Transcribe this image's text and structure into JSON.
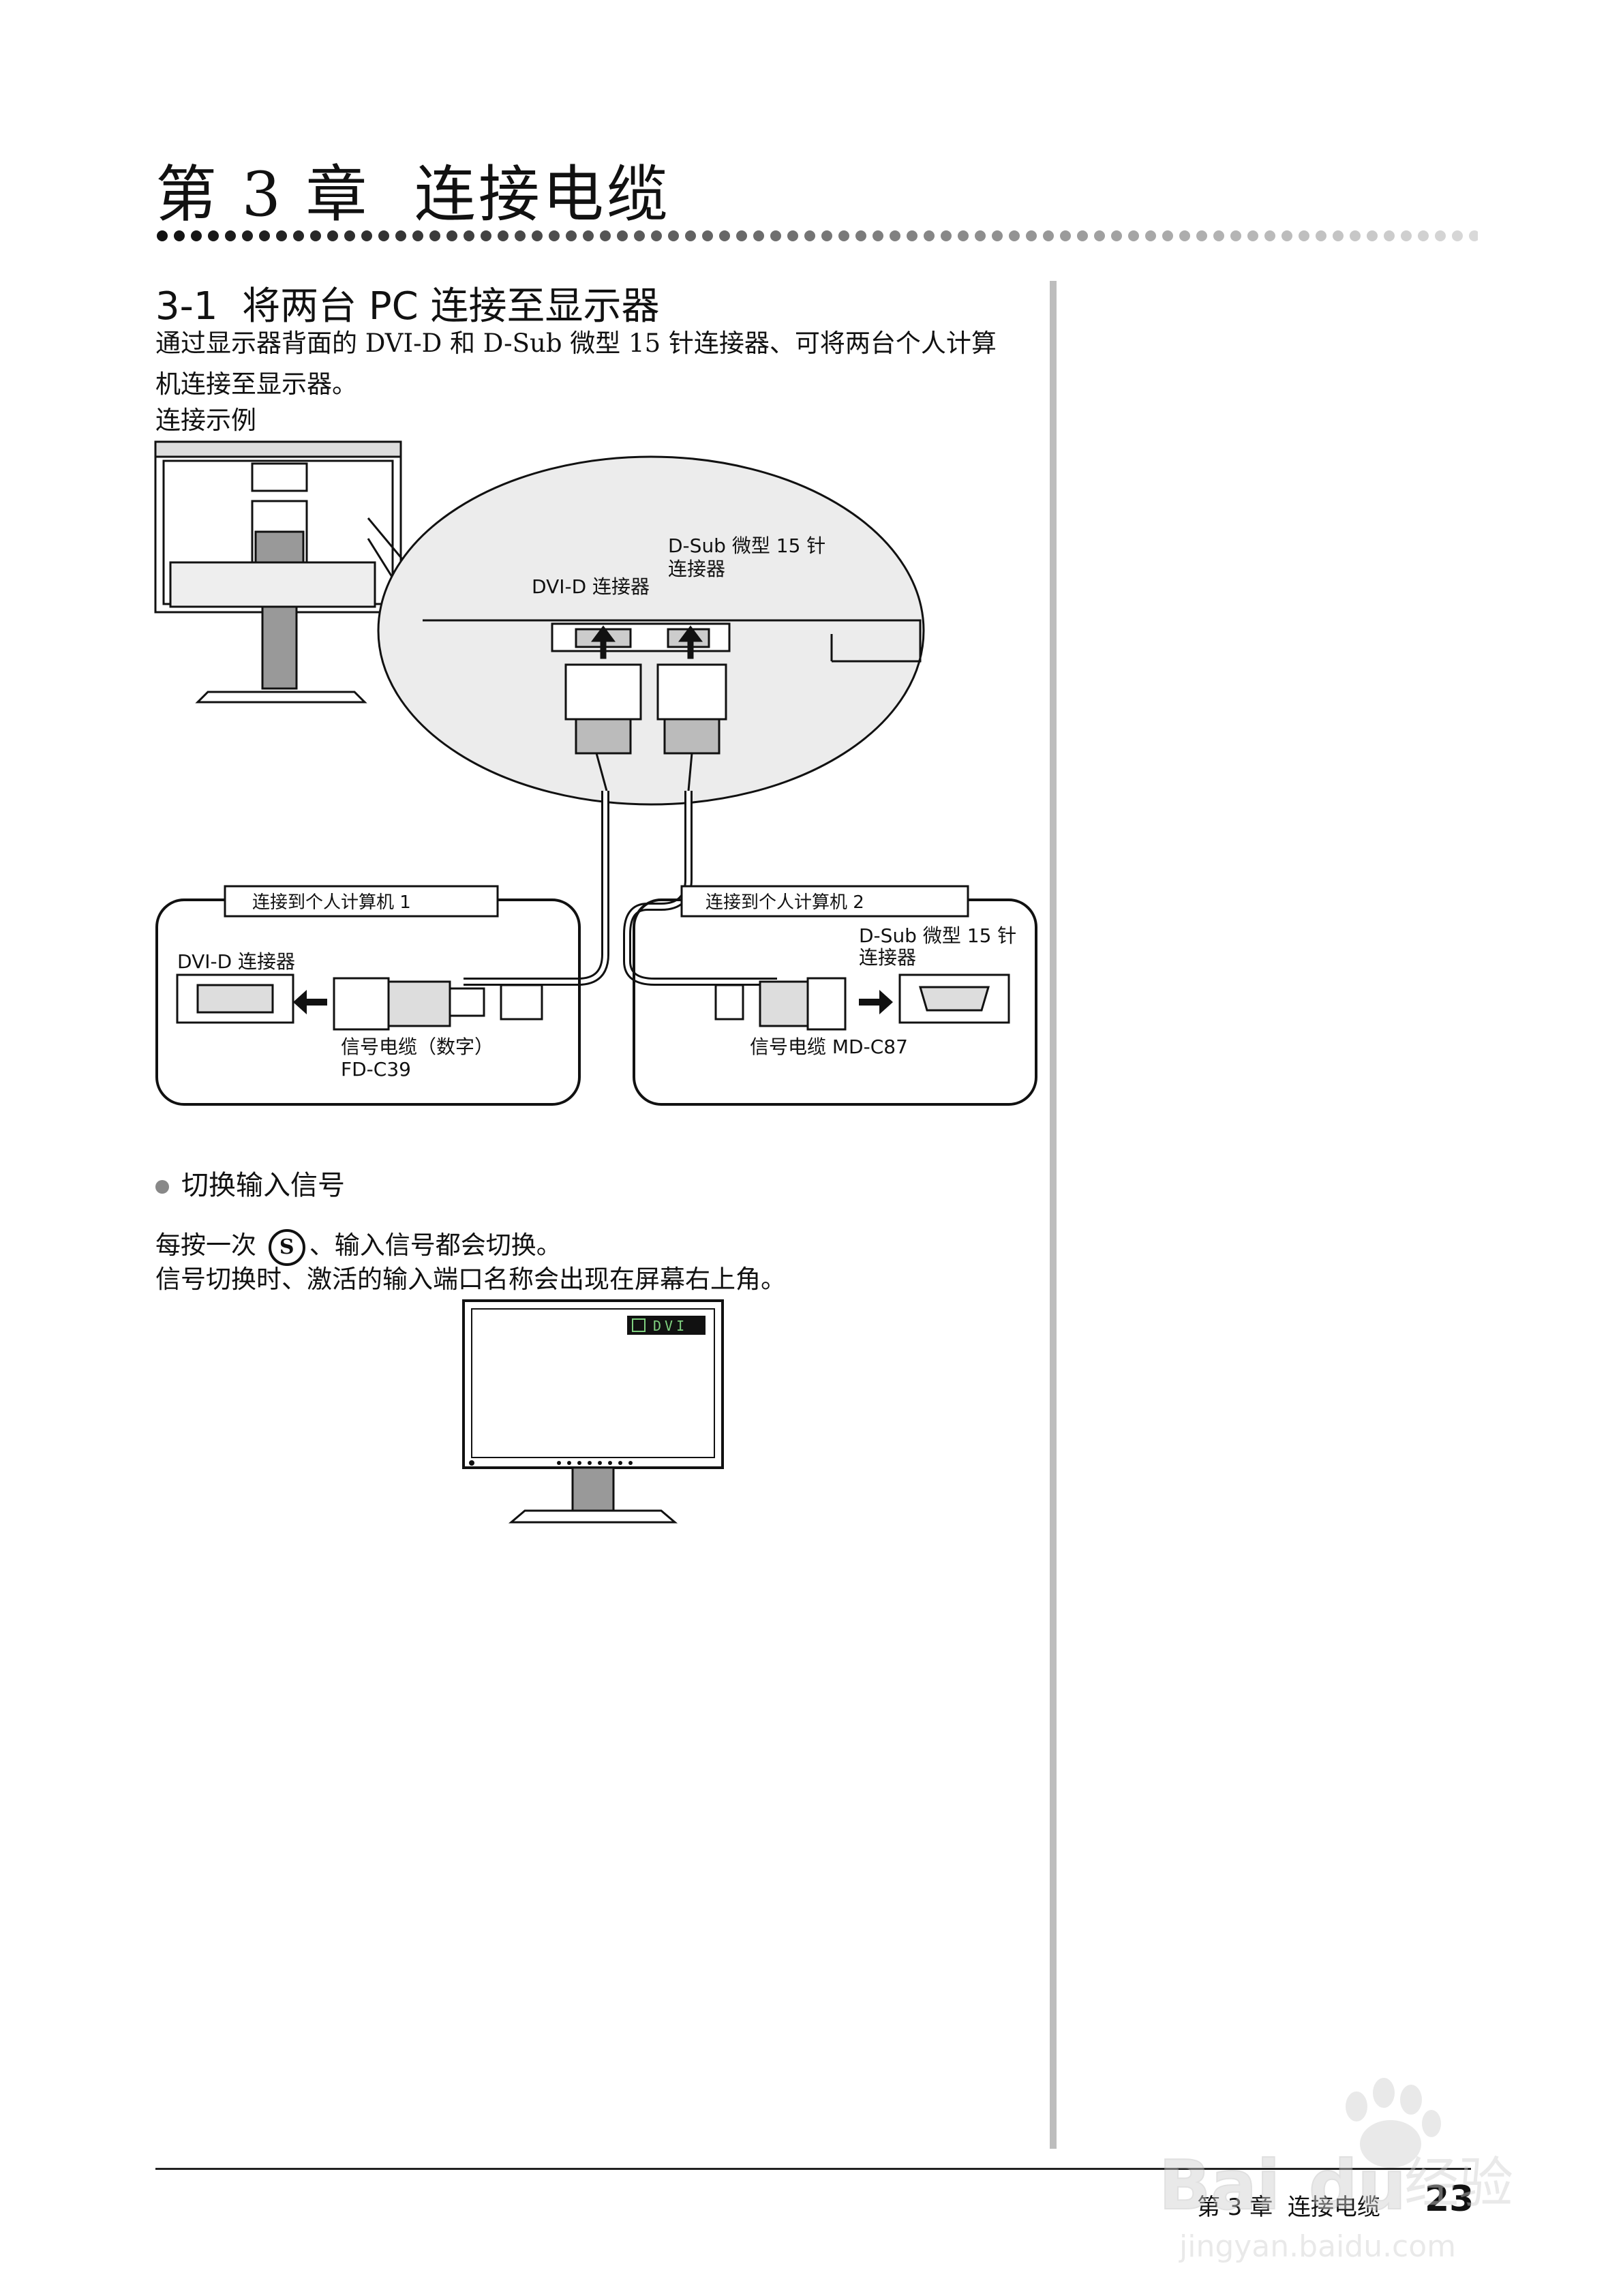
{
  "header": {
    "chapter_title": "第 3 章  连接电缆"
  },
  "section": {
    "title": "3-1  将两台 PC 连接至显示器",
    "intro_line1": "通过显示器背面的 DVI-D 和 D-Sub 微型 15 针连接器、可将两台个人计算",
    "intro_line2": "机连接至显示器。",
    "example_label": "连接示例"
  },
  "diagram": {
    "dvi_connector_label": "DVI-D 连接器",
    "dsub_connector_label_line1": "D-Sub 微型 15 针",
    "dsub_connector_label_line2": "连接器",
    "pc1_box_title": "连接到个人计算机 1",
    "pc2_box_title": "连接到个人计算机 2",
    "pc1_connector_label": "DVI-D 连接器",
    "pc1_cable_label_line1": "信号电缆（数字）",
    "pc1_cable_label_line2": "FD-C39",
    "pc2_connector_label_line1": "D-Sub 微型 15 针",
    "pc2_connector_label_line2": "连接器",
    "pc2_cable_label": "信号电缆 MD-C87"
  },
  "switching": {
    "heading": "切换输入信号",
    "line1_before": "每按一次 ",
    "button_glyph": "S",
    "line1_after": "、输入信号都会切换。",
    "line2": "信号切换时、激活的输入端口名称会出现在屏幕右上角。",
    "screen_indicator": "DVI"
  },
  "footer": {
    "chapter_label": "第 3 章  连接电缆",
    "page_number": "23"
  },
  "watermark": {
    "logo_text": "Bai",
    "logo_text2": "du",
    "logo_cn": "经验",
    "url": "jingyan.baidu.com"
  },
  "icons": {
    "bullet": "bullet-dot-icon",
    "button": "s-button-icon",
    "indicator": "input-indicator-icon"
  }
}
